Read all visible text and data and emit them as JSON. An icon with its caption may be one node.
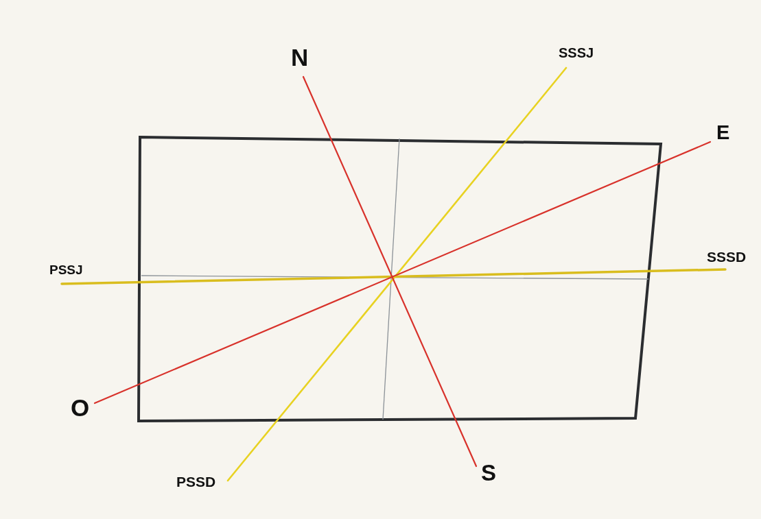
{
  "diagram": {
    "labels": [
      "N",
      "SSSJ",
      "E",
      "PSSJ",
      "SSSD",
      "O",
      "PSSD",
      "S"
    ]
  }
}
